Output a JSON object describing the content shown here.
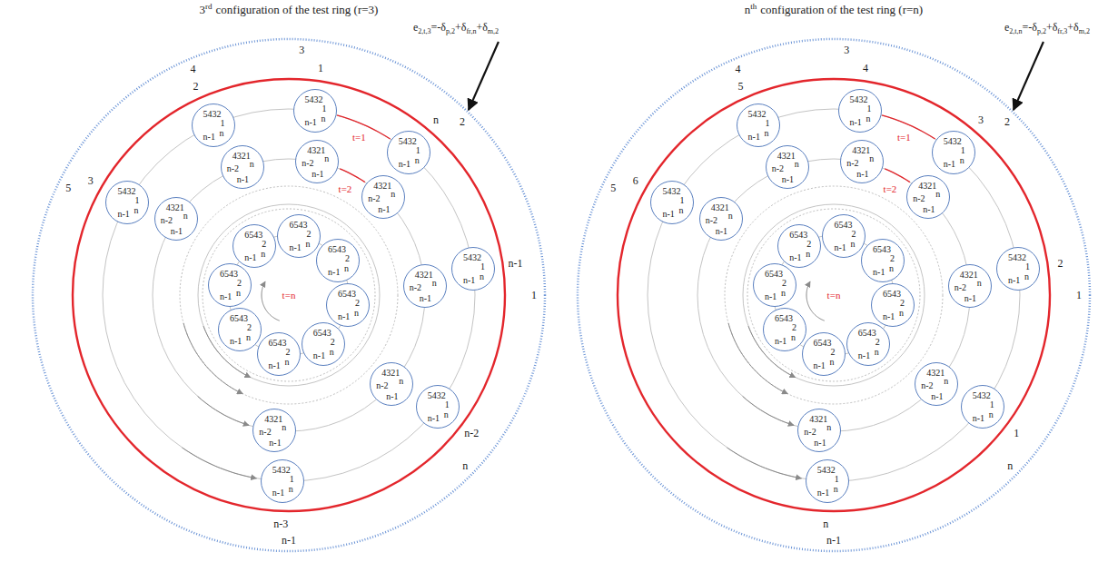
{
  "diagram": {
    "nodes": [
      {
        "text": [
          "5432",
          "1",
          "n",
          "n-1"
        ]
      },
      {
        "text": [
          "5432",
          "1",
          "n",
          "n-1"
        ]
      },
      {
        "text": [
          "5432",
          "1",
          "n",
          "n-1"
        ]
      },
      {
        "text": [
          "5432",
          "1",
          "n",
          "n-1"
        ]
      },
      {
        "text": [
          "5432",
          "1",
          "n",
          "n-1"
        ]
      },
      {
        "text": [
          "5432",
          "1",
          "n",
          "n-1"
        ]
      },
      {
        "text": [
          "5432",
          "1",
          "n",
          "n-1"
        ]
      },
      {
        "text": [
          "4321",
          "n",
          "n-2",
          "n-1"
        ]
      },
      {
        "text": [
          "4321",
          "n",
          "n-2",
          "n-1"
        ]
      },
      {
        "text": [
          "4321",
          "n",
          "n-2",
          "n-1"
        ]
      },
      {
        "text": [
          "4321",
          "n",
          "n-2",
          "n-1"
        ]
      },
      {
        "text": [
          "4321",
          "n",
          "n-2",
          "n-1"
        ]
      },
      {
        "text": [
          "4321",
          "n",
          "n-2",
          "n-1"
        ]
      },
      {
        "text": [
          "4321",
          "n",
          "n-2",
          "n-1"
        ]
      },
      {
        "text": [
          "6543",
          "2",
          "n",
          "n-1"
        ]
      },
      {
        "text": [
          "6543",
          "2",
          "n",
          "n-1"
        ]
      },
      {
        "text": [
          "6543",
          "2",
          "n",
          "n-1"
        ]
      },
      {
        "text": [
          "6543",
          "2",
          "n",
          "n-1"
        ]
      },
      {
        "text": [
          "6543",
          "2",
          "n",
          "n-1"
        ]
      },
      {
        "text": [
          "6543",
          "2",
          "n",
          "n-1"
        ]
      },
      {
        "text": [
          "6543",
          "2",
          "n",
          "n-1"
        ]
      },
      {
        "text": [
          "6543",
          "2",
          "n",
          "n-1"
        ]
      },
      {
        "text": [
          "5432",
          "1",
          "n",
          "n-1"
        ]
      },
      {
        "text": [
          "5432",
          "1",
          "n",
          "n-1"
        ]
      },
      {
        "text": [
          "5432",
          "1",
          "n",
          "n-1"
        ]
      },
      {
        "text": [
          "5432",
          "1",
          "n",
          "n-1"
        ]
      },
      {
        "text": [
          "5432",
          "1",
          "n",
          "n-1"
        ]
      },
      {
        "text": [
          "5432",
          "1",
          "n",
          "n-1"
        ]
      },
      {
        "text": [
          "5432",
          "1",
          "n",
          "n-1"
        ]
      },
      {
        "text": [
          "4321",
          "n",
          "n-2",
          "n-1"
        ]
      },
      {
        "text": [
          "4321",
          "n",
          "n-2",
          "n-1"
        ]
      },
      {
        "text": [
          "4321",
          "n",
          "n-2",
          "n-1"
        ]
      },
      {
        "text": [
          "4321",
          "n",
          "n-2",
          "n-1"
        ]
      },
      {
        "text": [
          "4321",
          "n",
          "n-2",
          "n-1"
        ]
      },
      {
        "text": [
          "4321",
          "n",
          "n-2",
          "n-1"
        ]
      },
      {
        "text": [
          "4321",
          "n",
          "n-2",
          "n-1"
        ]
      },
      {
        "text": [
          "6543",
          "2",
          "n",
          "n-1"
        ]
      },
      {
        "text": [
          "6543",
          "2",
          "n",
          "n-1"
        ]
      },
      {
        "text": [
          "6543",
          "2",
          "n",
          "n-1"
        ]
      },
      {
        "text": [
          "6543",
          "2",
          "n",
          "n-1"
        ]
      },
      {
        "text": [
          "6543",
          "2",
          "n",
          "n-1"
        ]
      },
      {
        "text": [
          "6543",
          "2",
          "n",
          "n-1"
        ]
      },
      {
        "text": [
          "6543",
          "2",
          "n",
          "n-1"
        ]
      },
      {
        "text": [
          "6543",
          "2",
          "n",
          "n-1"
        ]
      }
    ],
    "labels": [
      "3",
      "rd",
      "configuration of the test ring (r=3)",
      "e",
      "2,t,3",
      "=-δ",
      "p,2",
      "+δ",
      "fr,n",
      "+δ",
      "m,2",
      "5",
      "4",
      "3",
      "2",
      "1",
      "n",
      "n-1",
      "3",
      "2",
      "1",
      "n",
      "n-1",
      "n-2",
      "n-3",
      "t=1",
      "t=2",
      "t=n",
      "n",
      "th",
      "configuration of the test ring (r=n)",
      "e",
      "2,t,n",
      "=-δ",
      "p,2",
      "+δ",
      "fr,3",
      "+δ",
      "m,2",
      "5",
      "4",
      "3",
      "2",
      "1",
      "n",
      "n-1",
      "6",
      "5",
      "4",
      "3",
      "2",
      "1",
      "n",
      "t=1",
      "t=2",
      "t=n"
    ]
  }
}
